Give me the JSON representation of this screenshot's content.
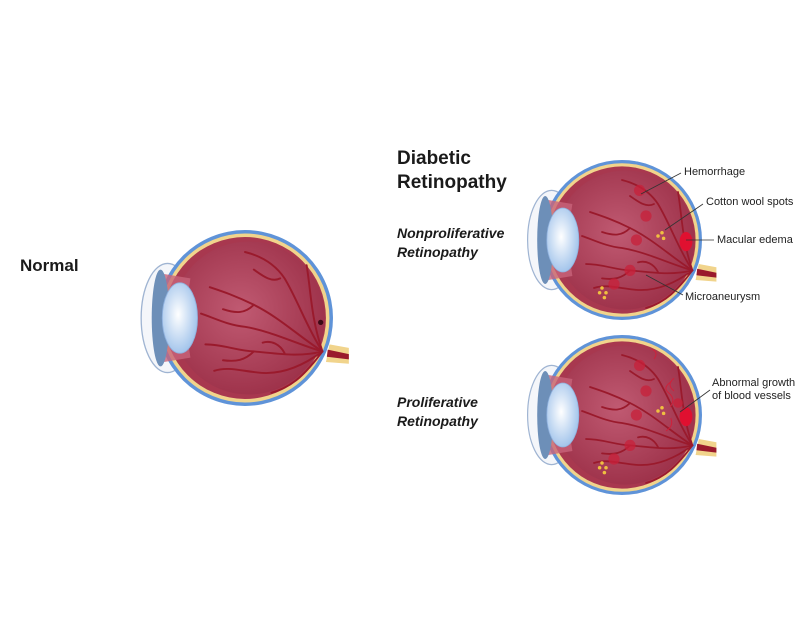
{
  "labels": {
    "normal": "Normal",
    "title_line1": "Diabetic",
    "title_line2": "Retinopathy",
    "nonproliferative_line1": "Nonproliferative",
    "nonproliferative_line2": "Retinopathy",
    "proliferative_line1": "Proliferative",
    "proliferative_line2": "Retinopathy"
  },
  "annotations": {
    "hemorrhage": "Hemorrhage",
    "cotton_wool": "Cotton wool spots",
    "macular_edema": "Macular edema",
    "microaneurysm": "Microaneurysm",
    "abnormal_line1": "Abnormal growth",
    "abnormal_line2": "of blood vessels"
  },
  "colors": {
    "sclera": "#5f93d8",
    "cream": "#f1d48c",
    "choroid": "#a8384f",
    "retina": "#b04a62",
    "vessel": "#9a1a2c",
    "lesion": "#c8203a",
    "exudate": "#f0c040"
  }
}
